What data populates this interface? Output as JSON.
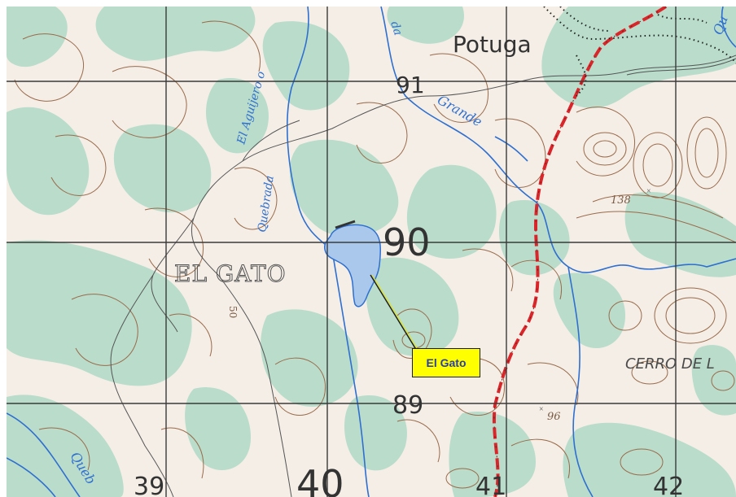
{
  "map": {
    "place_labels": {
      "potuga": "Potuga",
      "el_gato_town": "EL GATO",
      "cerro": "CERRO DE L"
    },
    "stream_labels": {
      "quebrada": "Quebrada",
      "el_aguijero": "El Aguijero o",
      "grande": "Grande",
      "da": "da",
      "queb": "Queb",
      "qu": "Qu"
    },
    "grid_labels": {
      "n91": "91",
      "n90": "90",
      "n89": "89",
      "e39": "39",
      "e40": "40",
      "e41": "41",
      "e42": "42"
    },
    "elevations": {
      "e138": "138",
      "e96": "96",
      "e50": "50"
    },
    "callout": {
      "label": "El Gato"
    },
    "colors": {
      "paper": "#f4eee6",
      "vegetation": "#b9dccb",
      "water": "#a9c8ec",
      "river": "#2f6fd0",
      "contour": "#9a6a4a",
      "road": "#d9262b",
      "grid": "#3a3a3a",
      "callout_fill": "#ffff00",
      "callout_text": "#2a3ea8"
    }
  }
}
